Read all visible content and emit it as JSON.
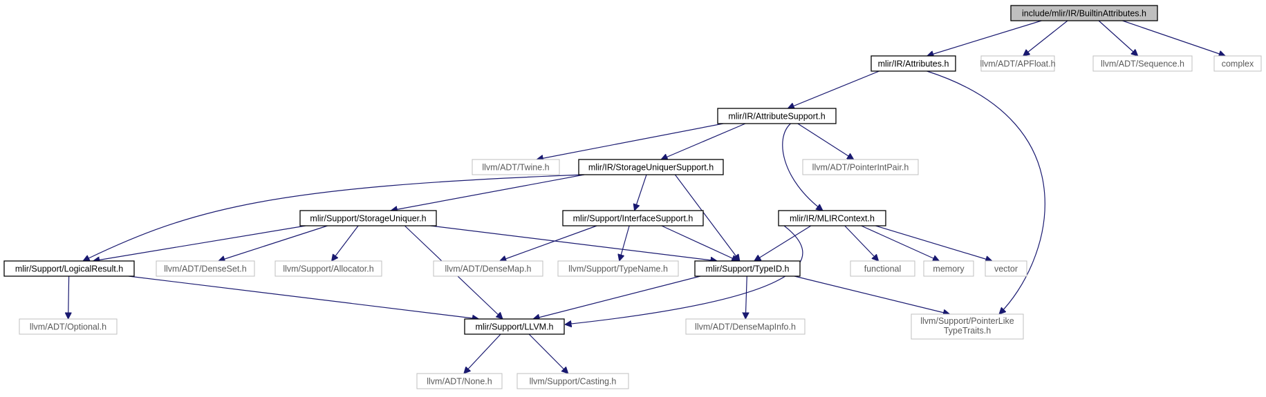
{
  "graph": {
    "nodes": [
      {
        "id": "builtin",
        "label": "include/mlir/IR/BuiltinAttributes.h",
        "kind": "root"
      },
      {
        "id": "attributes",
        "label": "mlir/IR/Attributes.h",
        "kind": "internal"
      },
      {
        "id": "apfloat",
        "label": "llvm/ADT/APFloat.h",
        "kind": "external"
      },
      {
        "id": "sequence",
        "label": "llvm/ADT/Sequence.h",
        "kind": "external"
      },
      {
        "id": "complex",
        "label": "complex",
        "kind": "external"
      },
      {
        "id": "attrsupport",
        "label": "mlir/IR/AttributeSupport.h",
        "kind": "internal"
      },
      {
        "id": "twine",
        "label": "llvm/ADT/Twine.h",
        "kind": "external"
      },
      {
        "id": "suniqsupport",
        "label": "mlir/IR/StorageUniquerSupport.h",
        "kind": "internal"
      },
      {
        "id": "ptrintpair",
        "label": "llvm/ADT/PointerIntPair.h",
        "kind": "external"
      },
      {
        "id": "suniq",
        "label": "mlir/Support/StorageUniquer.h",
        "kind": "internal"
      },
      {
        "id": "ifacesupport",
        "label": "mlir/Support/InterfaceSupport.h",
        "kind": "internal"
      },
      {
        "id": "mlircontext",
        "label": "mlir/IR/MLIRContext.h",
        "kind": "internal"
      },
      {
        "id": "logicalresult",
        "label": "mlir/Support/LogicalResult.h",
        "kind": "internal"
      },
      {
        "id": "denseset",
        "label": "llvm/ADT/DenseSet.h",
        "kind": "external"
      },
      {
        "id": "allocator",
        "label": "llvm/Support/Allocator.h",
        "kind": "external"
      },
      {
        "id": "densemap",
        "label": "llvm/ADT/DenseMap.h",
        "kind": "external"
      },
      {
        "id": "typename",
        "label": "llvm/Support/TypeName.h",
        "kind": "external"
      },
      {
        "id": "typeid",
        "label": "mlir/Support/TypeID.h",
        "kind": "internal"
      },
      {
        "id": "functional",
        "label": "functional",
        "kind": "external"
      },
      {
        "id": "memory",
        "label": "memory",
        "kind": "external"
      },
      {
        "id": "vector",
        "label": "vector",
        "kind": "external"
      },
      {
        "id": "optional",
        "label": "llvm/ADT/Optional.h",
        "kind": "external"
      },
      {
        "id": "llvmh",
        "label": "mlir/Support/LLVM.h",
        "kind": "internal"
      },
      {
        "id": "densemapinfo",
        "label": "llvm/ADT/DenseMapInfo.h",
        "kind": "external"
      },
      {
        "id": "ptrlike",
        "label": "llvm/Support/PointerLike TypeTraits.h",
        "kind": "external"
      },
      {
        "id": "none",
        "label": "llvm/ADT/None.h",
        "kind": "external"
      },
      {
        "id": "casting",
        "label": "llvm/Support/Casting.h",
        "kind": "external"
      }
    ],
    "edges": [
      [
        "builtin",
        "attributes"
      ],
      [
        "builtin",
        "apfloat"
      ],
      [
        "builtin",
        "sequence"
      ],
      [
        "builtin",
        "complex"
      ],
      [
        "attributes",
        "attrsupport"
      ],
      [
        "attributes",
        "ptrlike"
      ],
      [
        "attrsupport",
        "twine"
      ],
      [
        "attrsupport",
        "suniqsupport"
      ],
      [
        "attrsupport",
        "ptrintpair"
      ],
      [
        "attrsupport",
        "mlircontext"
      ],
      [
        "suniqsupport",
        "suniq"
      ],
      [
        "suniqsupport",
        "ifacesupport"
      ],
      [
        "suniqsupport",
        "logicalresult"
      ],
      [
        "suniqsupport",
        "typeid"
      ],
      [
        "suniq",
        "logicalresult"
      ],
      [
        "suniq",
        "denseset"
      ],
      [
        "suniq",
        "allocator"
      ],
      [
        "suniq",
        "llvmh"
      ],
      [
        "suniq",
        "typeid"
      ],
      [
        "ifacesupport",
        "densemap"
      ],
      [
        "ifacesupport",
        "typename"
      ],
      [
        "ifacesupport",
        "typeid"
      ],
      [
        "mlircontext",
        "typeid"
      ],
      [
        "mlircontext",
        "llvmh"
      ],
      [
        "mlircontext",
        "functional"
      ],
      [
        "mlircontext",
        "memory"
      ],
      [
        "mlircontext",
        "vector"
      ],
      [
        "logicalresult",
        "optional"
      ],
      [
        "logicalresult",
        "llvmh"
      ],
      [
        "typeid",
        "llvmh"
      ],
      [
        "typeid",
        "densemapinfo"
      ],
      [
        "typeid",
        "ptrlike"
      ],
      [
        "llvmh",
        "none"
      ],
      [
        "llvmh",
        "casting"
      ]
    ]
  }
}
